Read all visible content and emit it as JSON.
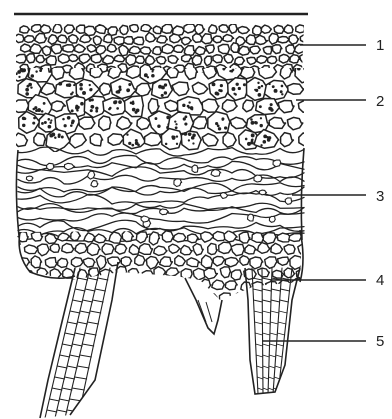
{
  "figure": {
    "labels": [
      {
        "id": "label-1",
        "text": "1"
      },
      {
        "id": "label-2",
        "text": "2"
      },
      {
        "id": "label-3",
        "text": "3"
      },
      {
        "id": "label-4",
        "text": "4"
      },
      {
        "id": "label-5",
        "text": "5"
      }
    ],
    "colors": {
      "ink": "#222222",
      "cell_fill": "#ffffff",
      "background": "#ffffff"
    }
  }
}
